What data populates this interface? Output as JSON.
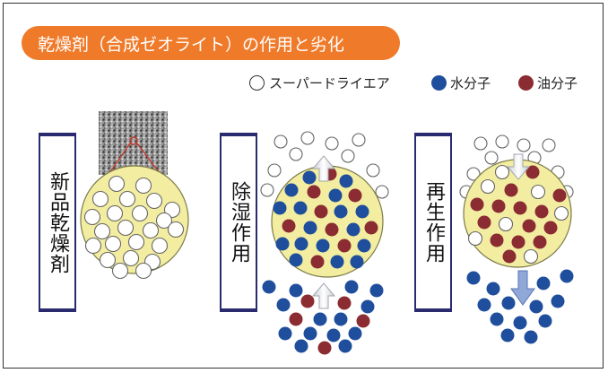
{
  "title": "乾燥剤（合成ゼオライト）の作用と劣化",
  "legend": [
    {
      "symbol": "○",
      "label": "スーパードライエア",
      "color": "#ffffff"
    },
    {
      "symbol": "●",
      "label": "水分子",
      "color": "#1f4e9c"
    },
    {
      "symbol": "●",
      "label": "油分子",
      "color": "#8b2b32"
    }
  ],
  "panels": [
    {
      "label": "新品乾燥剤"
    },
    {
      "label": "除湿作用"
    },
    {
      "label": "再生作用"
    }
  ],
  "colors": {
    "accent": "#ef7a2a",
    "bead_fill": "#f2eda0",
    "water": "#1f4e9c",
    "oil": "#8b2b32",
    "box_border": "#2a2a6e",
    "connector": "#c0392b"
  }
}
